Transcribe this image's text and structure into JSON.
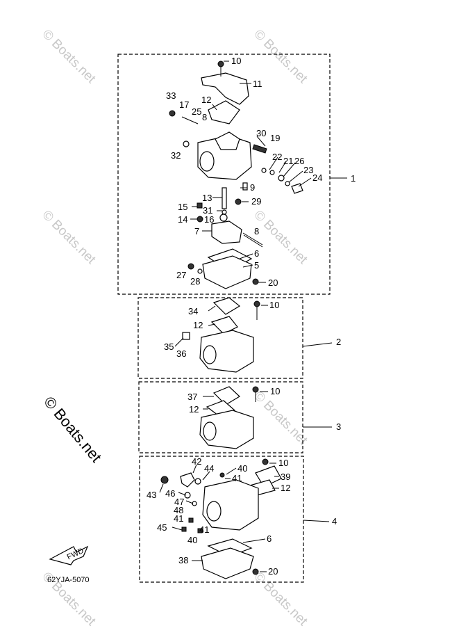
{
  "diagram": {
    "code": "62YJA-5070",
    "fwd_label": "FWD",
    "watermark": "© Boats.net",
    "box1": {
      "assembly": "1",
      "labels": [
        "10",
        "11",
        "12",
        "33",
        "17",
        "25",
        "8",
        "30",
        "19",
        "32",
        "22",
        "21",
        "26",
        "23",
        "24",
        "9",
        "13",
        "29",
        "15",
        "31",
        "14",
        "16",
        "7",
        "8",
        "6",
        "5",
        "27",
        "28",
        "20"
      ]
    },
    "box2": {
      "assembly": "2",
      "labels": [
        "34",
        "10",
        "12",
        "35",
        "36"
      ]
    },
    "box3": {
      "assembly": "3",
      "labels": [
        "37",
        "10",
        "12"
      ]
    },
    "box4": {
      "assembly": "4",
      "labels": [
        "42",
        "44",
        "40",
        "10",
        "41",
        "39",
        "12",
        "43",
        "46",
        "47",
        "48",
        "41",
        "45",
        "41",
        "40",
        "6",
        "38",
        "20"
      ]
    }
  }
}
